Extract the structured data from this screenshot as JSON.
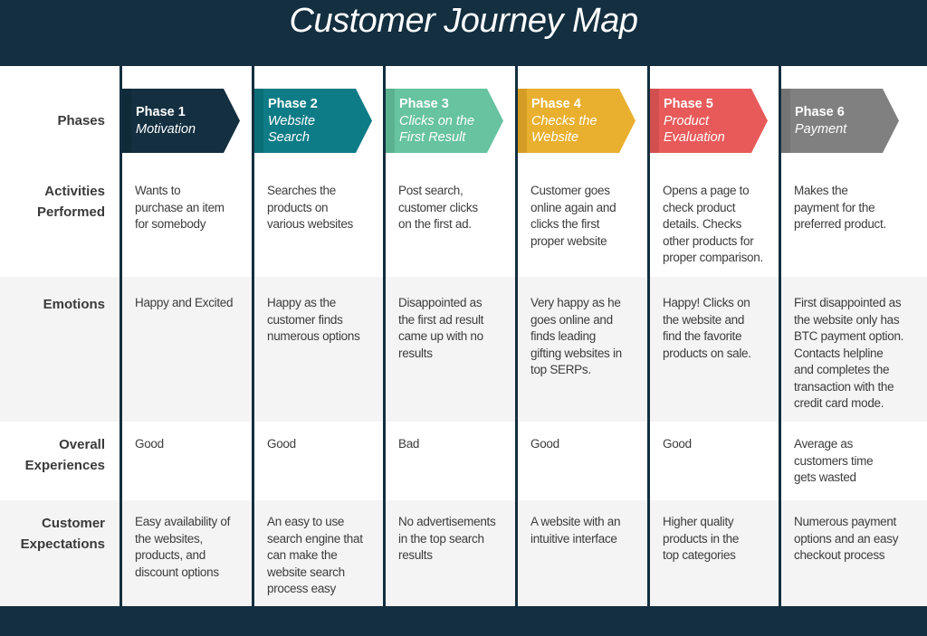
{
  "title": "Customer Journey Map",
  "row_labels": {
    "phases": "Phases",
    "activities": [
      "Activities",
      "Performed"
    ],
    "emotions": "Emotions",
    "overall": [
      "Overall",
      "Experiences"
    ],
    "expectations": [
      "Customer",
      "Expectations"
    ]
  },
  "phases": [
    {
      "label": "Phase 1",
      "subtitle": [
        "Motivation"
      ],
      "color": "#132f40",
      "band": "#0f2a39",
      "activity": [
        "Wants to",
        "purchase an item",
        "for somebody"
      ],
      "emotion": [
        "Happy and Excited"
      ],
      "overall": [
        "Good"
      ],
      "expectation": [
        "Easy availability of",
        "the websites,",
        "products, and",
        "discount options"
      ]
    },
    {
      "label": "Phase 2",
      "subtitle": [
        "Website",
        "Search"
      ],
      "color": "#0e7c86",
      "band": "#0b6f78",
      "activity": [
        "Searches the",
        "products on",
        "various websites"
      ],
      "emotion": [
        "Happy as the",
        "customer finds",
        "numerous options"
      ],
      "overall": [
        "Good"
      ],
      "expectation": [
        "An easy to use",
        "search engine that",
        "can make the",
        "website search",
        "process easy"
      ]
    },
    {
      "label": "Phase 3",
      "subtitle": [
        "Clicks on the",
        "First Result"
      ],
      "color": "#67c3a0",
      "band": "#5ab28f",
      "activity": [
        "Post search,",
        "customer clicks",
        "on the first ad."
      ],
      "emotion": [
        "Disappointed as",
        "the first ad result",
        "came up with no",
        "results"
      ],
      "overall": [
        "Bad"
      ],
      "expectation": [
        "No advertisements",
        "in the top search",
        "results"
      ]
    },
    {
      "label": "Phase 4",
      "subtitle": [
        "Checks the",
        "Website"
      ],
      "color": "#e9b02f",
      "band": "#d49e26",
      "activity": [
        "Customer goes",
        "online again and",
        "clicks the first",
        "proper website"
      ],
      "emotion": [
        "Very happy as he",
        "goes online and",
        "finds leading",
        "gifting websites in",
        "top SERPs."
      ],
      "overall": [
        "Good"
      ],
      "expectation": [
        "A website with an",
        "intuitive interface"
      ]
    },
    {
      "label": "Phase 5",
      "subtitle": [
        "Product",
        "Evaluation"
      ],
      "color": "#e85a5a",
      "band": "#d24f4f",
      "activity": [
        "Opens a page to",
        "check product",
        "details. Checks",
        "other products for",
        "proper comparison."
      ],
      "emotion": [
        "Happy! Clicks on",
        "the website and",
        "find the favorite",
        "products on sale."
      ],
      "overall": [
        "Good"
      ],
      "expectation": [
        "Higher quality",
        "products in the",
        "top categories"
      ]
    },
    {
      "label": "Phase 6",
      "subtitle": [
        "Payment"
      ],
      "color": "#808080",
      "band": "#747474",
      "activity": [
        "Makes the",
        "payment for the",
        "preferred product."
      ],
      "emotion": [
        "First disappointed as",
        "the website only has",
        "BTC payment option.",
        "Contacts helpline",
        "and completes the",
        "transaction with the",
        "credit card mode."
      ],
      "overall": [
        "Average as",
        "customers time",
        "gets wasted"
      ],
      "expectation": [
        "Numerous payment",
        "options and an easy",
        "checkout process"
      ]
    }
  ]
}
